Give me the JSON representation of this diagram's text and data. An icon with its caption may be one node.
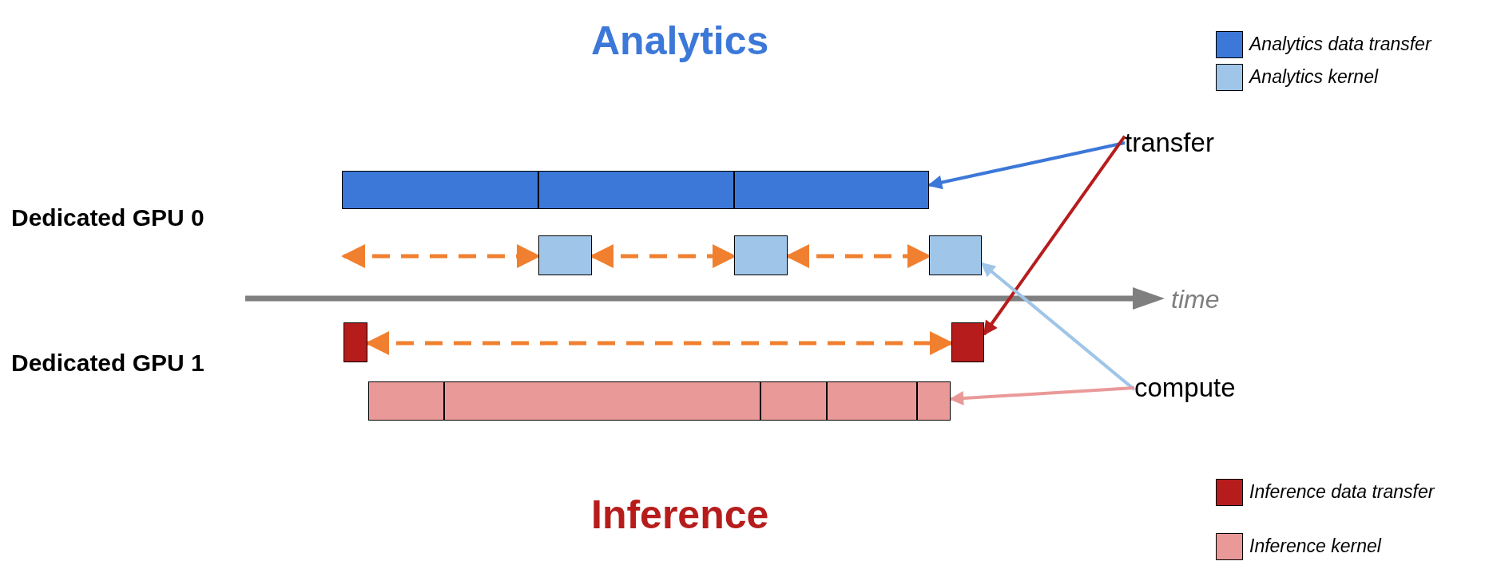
{
  "diagram": {
    "nodes": [
      {
        "text": [
          "transfer"
        ]
      },
      {
        "text": [],
        "shape": "box"
      },
      {
        "text": [],
        "shape": "box"
      },
      {
        "text": [],
        "shape": "box"
      },
      {
        "text": [],
        "shape": "box"
      },
      {
        "text": [],
        "shape": "box"
      },
      {
        "text": [],
        "shape": "box"
      },
      {
        "text": [],
        "shape": "box"
      },
      {
        "text": [],
        "shape": "box"
      },
      {
        "text": [
          "compute"
        ]
      },
      {
        "text": [],
        "shape": "box"
      },
      {
        "text": [],
        "shape": "box"
      },
      {
        "text": [],
        "shape": "box"
      },
      {
        "text": [],
        "shape": "box"
      },
      {
        "text": [],
        "shape": "box"
      }
    ],
    "edges": [
      {
        "from": 0,
        "to": 3,
        "arrow": "to",
        "color": "#3c78d8"
      },
      {
        "from": 0,
        "to": 8,
        "arrow": "to",
        "color": "#b71c1c"
      },
      {
        "from": null,
        "to": 4,
        "arrow": "both",
        "style": "dashed",
        "color": "#f08030"
      },
      {
        "from": 4,
        "to": 5,
        "arrow": "both",
        "style": "dashed",
        "color": "#f08030"
      },
      {
        "from": 5,
        "to": 6,
        "arrow": "both",
        "style": "dashed",
        "color": "#f08030"
      },
      {
        "from": 7,
        "to": 8,
        "arrow": "both",
        "style": "dashed",
        "color": "#f08030"
      },
      {
        "from": 9,
        "to": 6,
        "arrow": "to",
        "color": "#9fc5e8"
      },
      {
        "from": 9,
        "to": 14,
        "arrow": "to",
        "color": "#ea9999"
      }
    ],
    "labels": [
      "Analytics",
      "Dedicated GPU 0",
      "time",
      "Dedicated GPU 1",
      "Inference"
    ],
    "legend": [
      {
        "text": "Analytics data transfer",
        "color": "#3c78d8"
      },
      {
        "text": "Analytics kernel",
        "color": "#9fc5e8"
      },
      {
        "text": "Inference data transfer",
        "color": "#b71c1c"
      },
      {
        "text": "Inference kernel",
        "color": "#ea9999"
      }
    ]
  }
}
